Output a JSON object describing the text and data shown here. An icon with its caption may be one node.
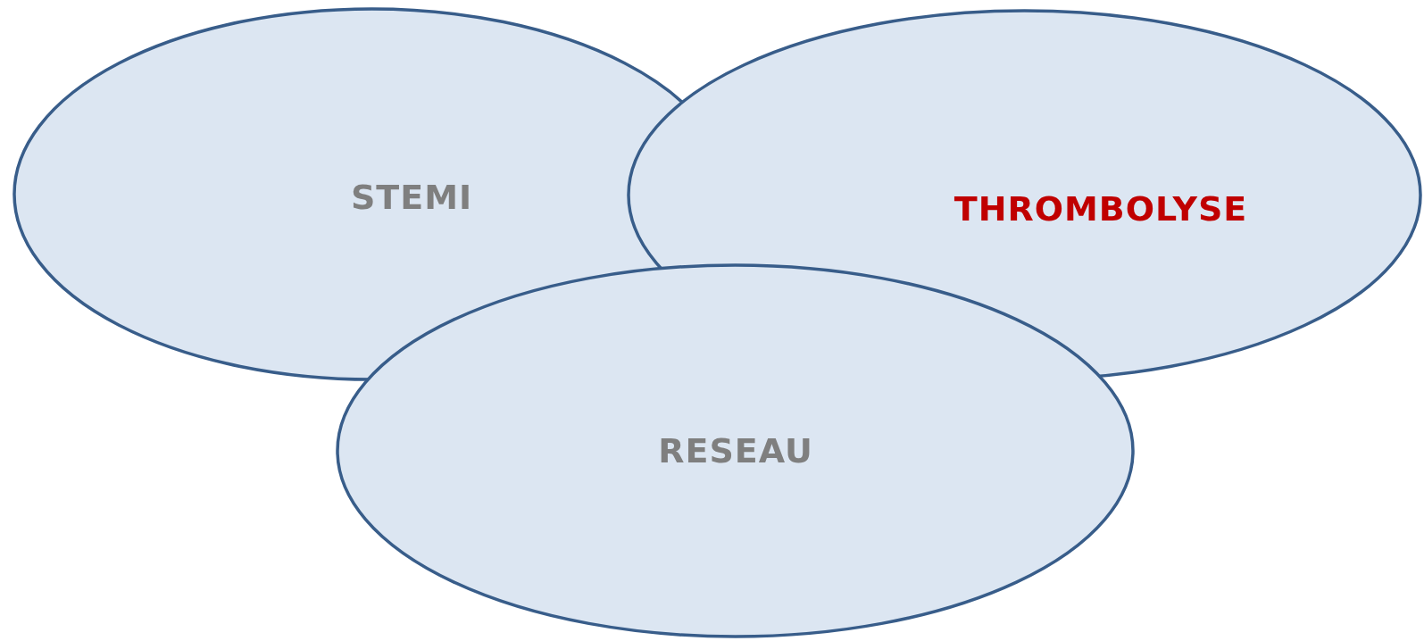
{
  "diagram": {
    "nodes": [
      {
        "text": [
          "STEMI"
        ]
      },
      {
        "text": [
          "THROMBOLYSE"
        ]
      },
      {
        "text": [
          "RESEAU"
        ]
      }
    ]
  }
}
